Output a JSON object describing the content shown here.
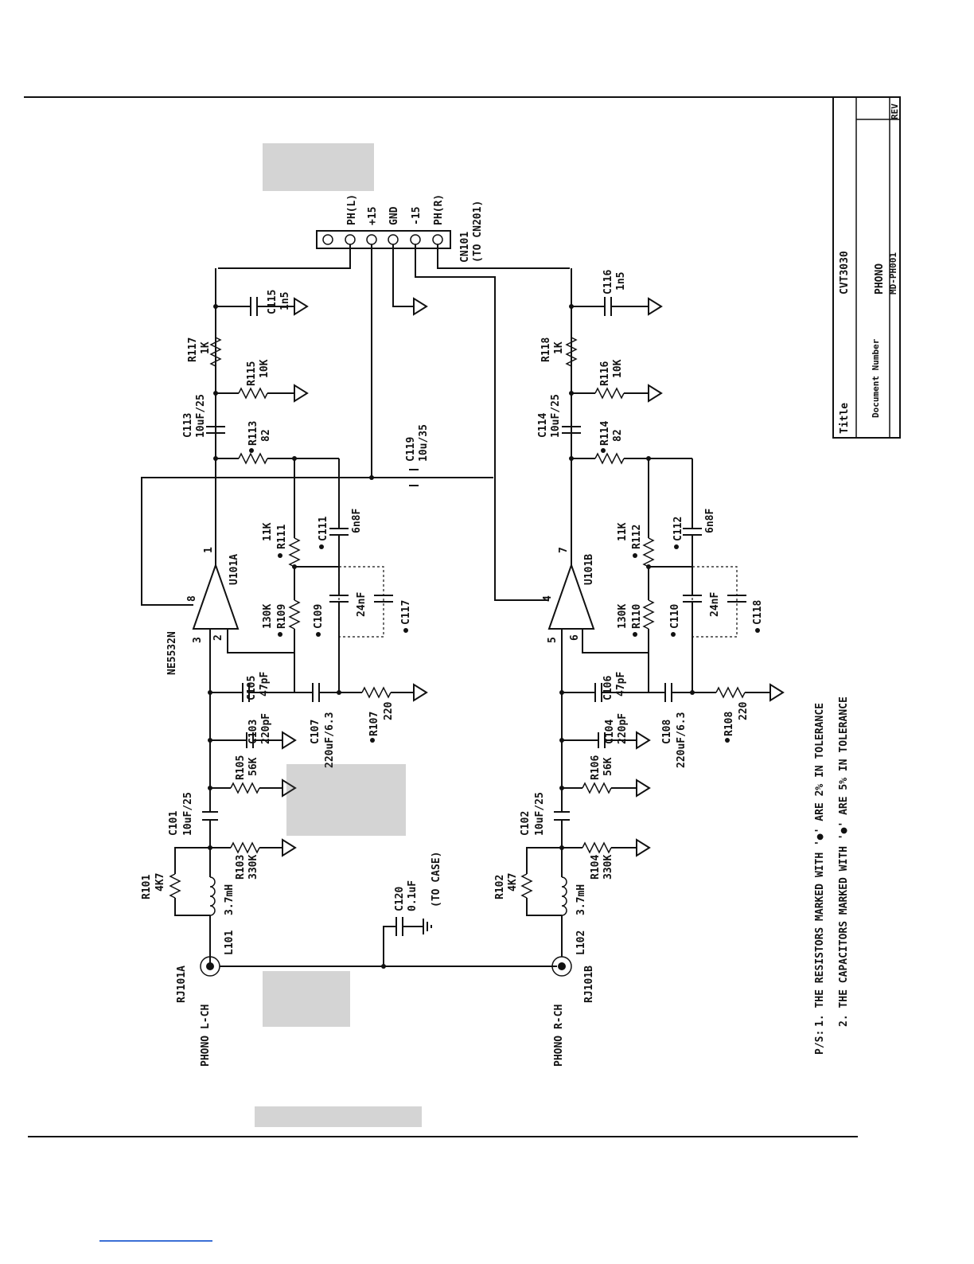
{
  "title_block": {
    "title_label": "Title",
    "project": "CVT3030",
    "title_value": "PHONO",
    "docnum_label": "Document Number",
    "docnum_value": "MD-PH001",
    "rev_label": "REV"
  },
  "connector": {
    "ref": "CN101",
    "note": "(TO CN201)",
    "pins": [
      "PH(L)",
      "+15",
      "GND",
      "-15",
      "PH(R)"
    ]
  },
  "left_channel": {
    "jack_name": "PHONO L-CH",
    "jack_ref": "RJ101A",
    "l_ref": "L101",
    "l_val": "3.7mH",
    "r101_ref": "R101",
    "r101_val": "4K7",
    "r103_ref": "R103",
    "r103_val": "330K",
    "c101_ref": "C101",
    "c101_val": "10uF/25",
    "r105_ref": "R105",
    "r105_val": "56K",
    "c103_ref": "C103",
    "c103_val": "220pF",
    "c105_ref": "C105",
    "c105_val": "47pF",
    "c107_ref": "C107",
    "c107_val": "220uF/6.3",
    "r107_ref": "R107",
    "r107_val": "220",
    "r109_ref": "R109",
    "r109_val": "130K",
    "c109_ref": "C109",
    "c109_val": "24nF",
    "c117_ref": "C117",
    "r111_ref": "R111",
    "r111_val": "11K",
    "c111_ref": "C111",
    "c111_val": "6n8F",
    "r113_ref": "R113",
    "r113_val": "82",
    "c113_ref": "C113",
    "c113_val": "10uF/25",
    "r115_ref": "R115",
    "r115_val": "10K",
    "r117_ref": "R117",
    "r117_val": "1K",
    "c115_ref": "C115",
    "c115_val": "1n5",
    "u_ref": "U101A",
    "u_part": "NE5532N",
    "pin_out": "1",
    "pin_vp": "8",
    "pin_inp": "3",
    "pin_inn": "2"
  },
  "right_channel": {
    "jack_name": "PHONO R-CH",
    "jack_ref": "RJ101B",
    "l_ref": "L102",
    "l_val": "3.7mH",
    "r102_ref": "R102",
    "r102_val": "4K7",
    "r104_ref": "R104",
    "r104_val": "330K",
    "c102_ref": "C102",
    "c102_val": "10uF/25",
    "r106_ref": "R106",
    "r106_val": "56K",
    "c104_ref": "C104",
    "c104_val": "220pF",
    "c106_ref": "C106",
    "c106_val": "47pF",
    "c108_ref": "C108",
    "c108_val": "220uF/6.3",
    "r108_ref": "R108",
    "r108_val": "220",
    "r110_ref": "R110",
    "r110_val": "130K",
    "c110_ref": "C110",
    "c110_val": "24nF",
    "c118_ref": "C118",
    "r112_ref": "R112",
    "r112_val": "11K",
    "c112_ref": "C112",
    "c112_val": "6n8F",
    "r114_ref": "R114",
    "r114_val": "82",
    "c114_ref": "C114",
    "c114_val": "10uF/25",
    "r116_ref": "R116",
    "r116_val": "10K",
    "r118_ref": "R118",
    "r118_val": "1K",
    "c116_ref": "C116",
    "c116_val": "1n5",
    "u_ref": "U101B",
    "pin_out": "7",
    "pin_inp": "5",
    "pin_inn": "6",
    "pin_vn": "4"
  },
  "shared": {
    "c119_ref": "C119",
    "c119_val": "10u/35",
    "c120_ref": "C120",
    "c120_val": "0.1uF",
    "c120_note": "(TO CASE)"
  },
  "notes": {
    "prefix": "P/S:",
    "line1": "1.  THE RESISTORS MARKED WITH '●' ARE 2% IN TOLERANCE",
    "line2": "2.  THE CAPACITORS MARKED WITH '●' ARE 5% IN TOLERANCE"
  }
}
